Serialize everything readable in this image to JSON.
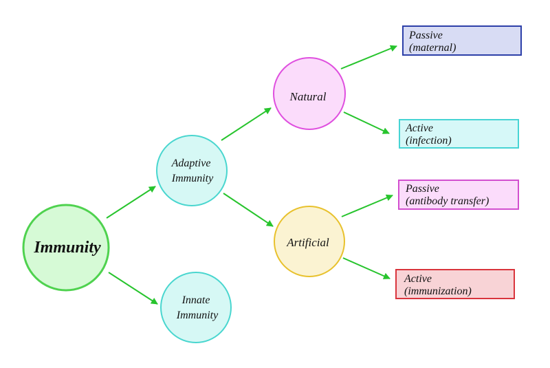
{
  "diagram": {
    "nodes": {
      "immunity": {
        "lines": [
          "Immunity"
        ],
        "fill": "#d6fad6",
        "stroke": "#4fd24f"
      },
      "adaptive": {
        "lines": [
          "Adaptive",
          "Immunity"
        ],
        "fill": "#d6f8f5",
        "stroke": "#49d6cf"
      },
      "innate": {
        "lines": [
          "Innate",
          "Immunity"
        ],
        "fill": "#d6f8f5",
        "stroke": "#49d6cf"
      },
      "natural": {
        "lines": [
          "Natural"
        ],
        "fill": "#fbdcfb",
        "stroke": "#df4fdf"
      },
      "artificial": {
        "lines": [
          "Artificial"
        ],
        "fill": "#fbf3d2",
        "stroke": "#e8c12c"
      }
    },
    "boxes": {
      "passive_maternal": {
        "lines": [
          "Passive",
          "(maternal)"
        ],
        "fill": "#d8dcf4",
        "stroke": "#2c3fa8"
      },
      "active_infection": {
        "lines": [
          "Active",
          "(infection)"
        ],
        "fill": "#d6f8f8",
        "stroke": "#46d4d4"
      },
      "passive_antibody": {
        "lines": [
          "Passive",
          "(antibody transfer)"
        ],
        "fill": "#fbdcfb",
        "stroke": "#d24fcf"
      },
      "active_immunization": {
        "lines": [
          "Active",
          "(immunization)"
        ],
        "fill": "#f8d3d6",
        "stroke": "#d9343c"
      }
    },
    "arrow_color": "#27c42d"
  }
}
